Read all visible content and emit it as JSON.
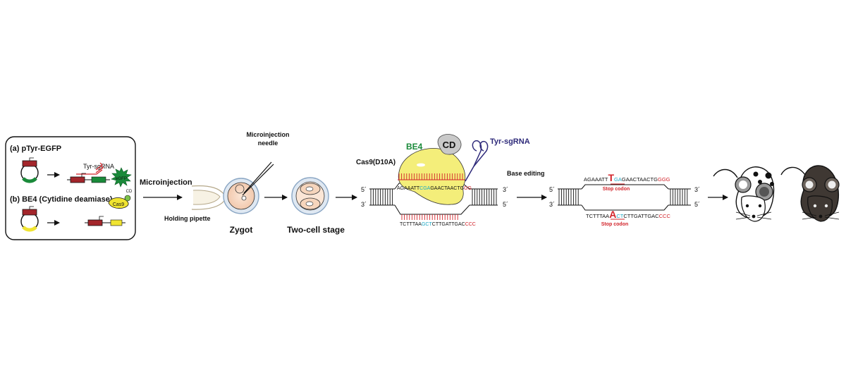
{
  "panel": {
    "a_label": "(a) pTyr-EGFP",
    "tyr_sgrna_small": "Tyr-sgRNA",
    "egfp_label": "eGFP",
    "b_label": "(b) BE4 (Cytidine deamiase)",
    "cd_small": "CD",
    "cas9_small": "Cas9"
  },
  "steps": {
    "microinjection": "Microinjection",
    "holding_pipette": "Holding pipette",
    "needle_line1": "Microinjection",
    "needle_line2": "needle",
    "zygot": "Zygot",
    "two_cell": "Two-cell stage",
    "base_editing": "Base editing"
  },
  "complex": {
    "be4": "BE4",
    "cd": "CD",
    "tyr_sgrna": "Tyr-sgRNA",
    "cas9": "Cas9(D10A)"
  },
  "seq1": {
    "five_top": "5´",
    "three_left": "3´",
    "three_right": "3´",
    "five_right": "5´",
    "top_a": "AGAAATT",
    "top_b": "CGA",
    "top_c": "GAACTAACTG",
    "top_d": "GG",
    "bot_a": "TCTTTAA",
    "bot_b": "GCT",
    "bot_c": "CTTGATTGAC",
    "bot_d": "CCC"
  },
  "seq2": {
    "five_top": "5´",
    "three_left": "3´",
    "three_right": "3´",
    "five_right": "5´",
    "top_a": "AGAAATT",
    "top_T": "T",
    "top_b": "GA",
    "top_c": "GAACTAACTG",
    "top_d": "GGG",
    "stop1": "Stop codon",
    "bot_a": "TCTTTAA",
    "bot_A": "A",
    "bot_b": "CT",
    "bot_c": "CTTGATTGAC",
    "bot_d": "CCC",
    "stop2": "Stop codon"
  },
  "colors": {
    "red": "#d2232a",
    "green": "#1a8a3a",
    "teal": "#1aa7c4",
    "purple": "#2e2a7a",
    "yellow": "#f4ee7a",
    "plasmid_red": "#a3262b"
  }
}
